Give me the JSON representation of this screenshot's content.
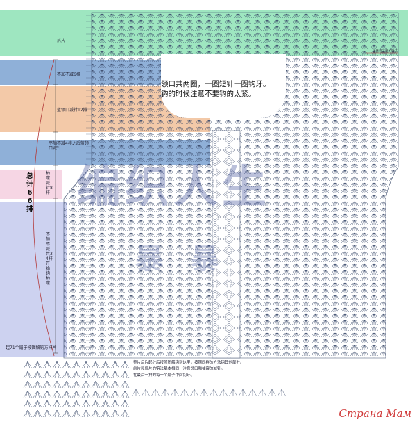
{
  "colors": {
    "green_band": "#9ee6c0",
    "blue_band": "#8fb0d8",
    "orange_band": "#f3c9a8",
    "pink_band": "#f6d6e4",
    "lavender_band": "#cdd2f0",
    "stitch": "#3a4a6a",
    "arc": "#b33a3a",
    "watermark": "#283c8c",
    "site": "#d03a3a"
  },
  "labels": {
    "back": "后片",
    "no_inc_dec_6": "不加不减6排",
    "neck_dec_12": "蓝领口减针12排",
    "no_inc_dec_then": "不加不减4排之后蓝领口减针",
    "armhole_dec_8": "袖窿减针8排",
    "no_inc_dec_34": "不加不减共34排开始钩袖窿",
    "total": "总计66排",
    "start": "起71个扇子按图解钩方排片",
    "right_small": "注意看这里的针法"
  },
  "neck_note": {
    "line1": "领口共两圈，一圈短针一圈钩牙。",
    "line2": "钩的时候注意不要钩的太紧。"
  },
  "bottom_note": {
    "line1": "整片后片起针后按照图解钩到这里，按照同样的方法钩其他部分。",
    "line2": "前片和后片的钩法基本相同，注意领口和袖窿的减针。",
    "line3": "在最后一排的每一个扇子中间钩牙。"
  },
  "watermark": {
    "main": "编织人生",
    "sub": "暴暴"
  },
  "site": {
    "name": "Страна Мам"
  }
}
